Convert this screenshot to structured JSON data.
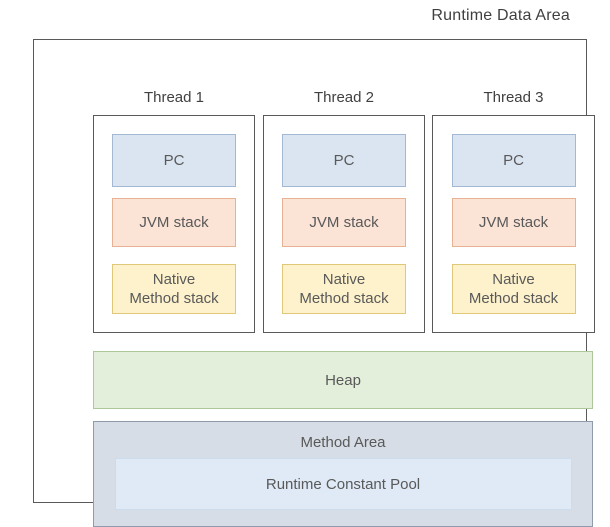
{
  "title": "Runtime Data Area",
  "threads": [
    {
      "label": "Thread 1",
      "pc_label": "PC",
      "jvm_stack_label": "JVM stack",
      "native_method_stack_lines": [
        "Native",
        "Method stack"
      ]
    },
    {
      "label": "Thread 2",
      "pc_label": "PC",
      "jvm_stack_label": "JVM stack",
      "native_method_stack_lines": [
        "Native",
        "Method stack"
      ]
    },
    {
      "label": "Thread 3",
      "pc_label": "PC",
      "jvm_stack_label": "JVM stack",
      "native_method_stack_lines": [
        "Native",
        "Method stack"
      ]
    }
  ],
  "heap": {
    "label": "Heap"
  },
  "method_area": {
    "label": "Method Area",
    "runtime_constant_pool_label": "Runtime Constant Pool"
  },
  "colors": {
    "outline": "#595959",
    "heading_text": "#404040",
    "box_text": "#595959",
    "pc_fill": "#dbe5f1",
    "pc_border": "#a3b8d3",
    "jvm_stack_fill": "#fbe3d6",
    "jvm_stack_border": "#e7b294",
    "native_stack_fill": "#fdf2cc",
    "native_stack_border": "#e0c878",
    "heap_fill": "#e3efdb",
    "heap_border": "#aec79a",
    "method_area_fill": "#d7dde6",
    "method_area_border": "#8f9bab",
    "runtime_constant_pool_fill": "#dfeaf6",
    "runtime_constant_pool_border": "#cbdcee"
  }
}
